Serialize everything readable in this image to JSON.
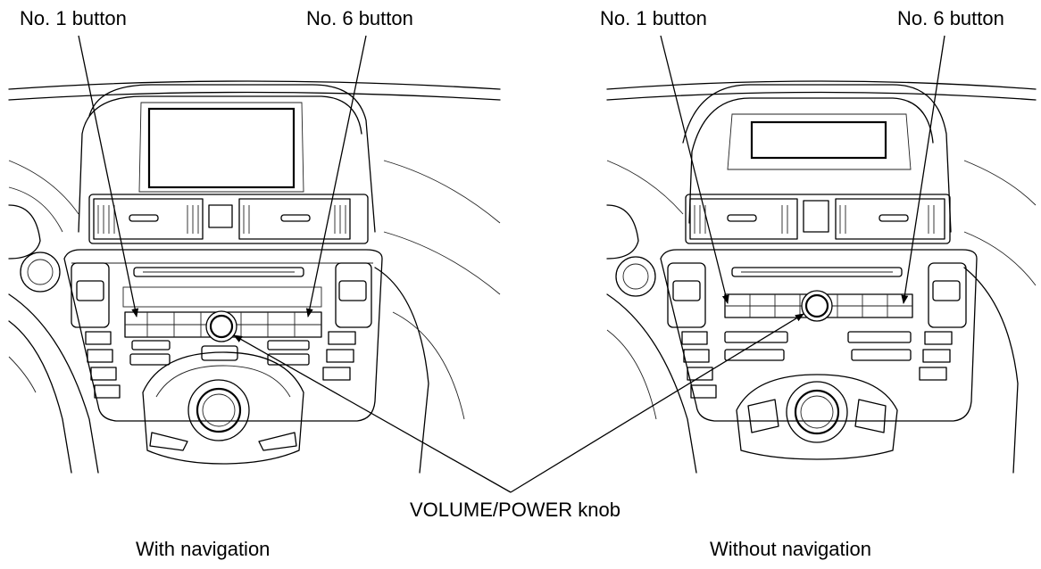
{
  "labels": {
    "no1_left": "No. 1 button",
    "no6_left": "No. 6 button",
    "no1_right": "No. 1 button",
    "no6_right": "No. 6 button",
    "knob": "VOLUME/POWER knob",
    "caption_left": "With navigation",
    "caption_right": "Without navigation"
  }
}
